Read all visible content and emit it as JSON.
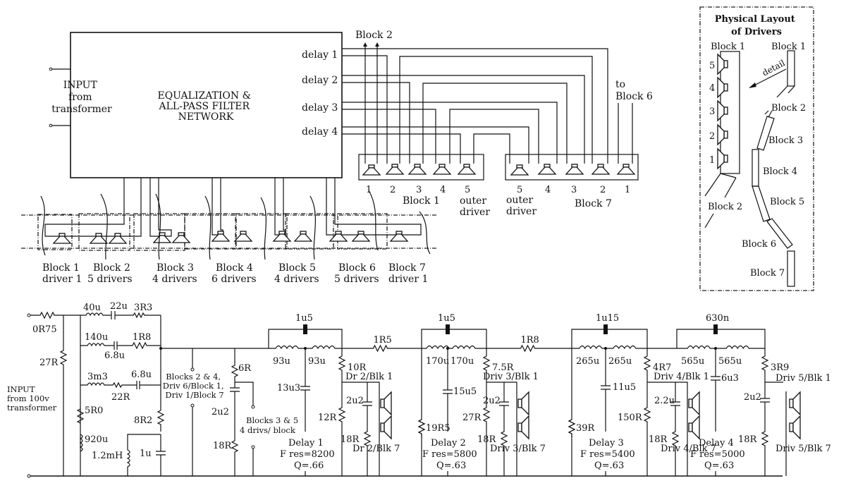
{
  "block_diagram": {
    "input_label": [
      "INPUT",
      "from",
      "transformer"
    ],
    "network_label": [
      "EQUALIZATION &",
      "ALL-PASS FILTER",
      "NETWORK"
    ],
    "delay_outputs": [
      "delay 1",
      "delay 2",
      "delay 3",
      "delay 4"
    ],
    "block2_arrow_label": "Block 2",
    "to_block6_label": [
      "to",
      "Block 6"
    ],
    "block1_driver_numbers": [
      "1",
      "2",
      "3",
      "4",
      "5"
    ],
    "block1_label": "Block 1",
    "block1_outer_label": [
      "outer",
      "driver"
    ],
    "block7_driver_numbers": [
      "5",
      "4",
      "3",
      "2",
      "1"
    ],
    "block7_outer_label": [
      "outer",
      "driver"
    ],
    "block7_label": "Block 7",
    "lower_blocks": [
      {
        "name": "Block 1",
        "detail": "driver 1"
      },
      {
        "name": "Block 2",
        "detail": "5  drivers"
      },
      {
        "name": "Block 3",
        "detail": "4  drivers"
      },
      {
        "name": "Block 4",
        "detail": "6  drivers"
      },
      {
        "name": "Block 5",
        "detail": "4  drivers"
      },
      {
        "name": "Block 6",
        "detail": "5  drivers"
      },
      {
        "name": "Block 7",
        "detail": "driver 1"
      }
    ]
  },
  "physical_layout": {
    "title": [
      "Physical Layout",
      "of Drivers"
    ],
    "detail_block_label": "Block 1",
    "detail_driver_numbers": [
      "5",
      "4",
      "3",
      "2",
      "1"
    ],
    "detail_arrow_label": "detail",
    "below_label": "Block 2",
    "column_labels": [
      "Block 1",
      "Block 2",
      "Block 3",
      "Block 4",
      "Block 5",
      "Block 6",
      "Block 7"
    ]
  },
  "schematic": {
    "input_label": [
      "INPUT",
      "from 100v",
      "transformer"
    ],
    "input_section": {
      "r_series": "0R75",
      "r_shunt": "27R",
      "branch1": {
        "inductor": "40u",
        "capacitor": "22u",
        "resistor": "3R3"
      },
      "branch2": {
        "inductor": "140u",
        "capacitor": "6.8u",
        "resistor": "1R8"
      },
      "branch3": {
        "inductor": "3m3",
        "resistor": "22R",
        "capacitor": "6.8u"
      },
      "shunt_left": {
        "resistor": "5R0",
        "inductor": "920u"
      },
      "shunt_right": {
        "resistor": "8R2",
        "inductor": "1.2mH",
        "capacitor": "1u"
      }
    },
    "tap_blocks_a": [
      "Blocks 2 & 4,",
      "Driv 6/Block 1,",
      "Driv 1/Block 7"
    ],
    "tap_blocks_b": {
      "r_top": "6R",
      "cap": "2u2",
      "r_bottom": "18R",
      "label": [
        "Blocks 3 & 5",
        "4 drivs/ block"
      ]
    },
    "delays": [
      {
        "name": "Delay 1",
        "fres": "F res=8200",
        "q": "Q=.66",
        "bridge_cap": "1u5",
        "inductors": [
          "93u",
          "93u"
        ],
        "shunt_cap": "13u3",
        "out_r_top": "10R",
        "out_r_bottom": "12R",
        "series_r": "1R5",
        "zobel_cap": "2u2",
        "zobel_r": "18R",
        "driver_top": "Dr 2/Blk 1",
        "driver_bottom": "Dr 2/Blk 7"
      },
      {
        "name": "Delay 2",
        "fres": "F res=5800",
        "q": "Q=.63",
        "bridge_cap": "1u5",
        "inductors": [
          "170u",
          "170u"
        ],
        "shunt_cap": "15u5",
        "in_shunt_r": "19R5",
        "out_r_top": "7.5R",
        "out_r_bottom": "27R",
        "series_r": "1R8",
        "zobel_cap": "2u2",
        "zobel_r": "18R",
        "driver_top": "Driv 3/Blk 1",
        "driver_bottom": "Driv 3/Blk 7"
      },
      {
        "name": "Delay 3",
        "fres": "F res=5400",
        "q": "Q=.63",
        "bridge_cap": "1u15",
        "inductors": [
          "265u",
          "265u"
        ],
        "shunt_cap": "11u5",
        "in_shunt_r": "39R",
        "out_r_top": "4R7",
        "out_r_bottom": "150R",
        "zobel_cap": "2.2u",
        "zobel_r": "18R",
        "driver_top": "Driv 4/Blk 1",
        "driver_bottom": "Driv 4/Blk 7"
      },
      {
        "name": "Delay 4",
        "fres": "F res=5000",
        "q": "Q=.63",
        "bridge_cap": "630n",
        "inductors": [
          "565u",
          "565u"
        ],
        "shunt_cap": "6u3",
        "out_r_top": "3R9",
        "zobel_cap": "2u2",
        "zobel_r": "18R",
        "driver_top": "Driv 5/Blk 1",
        "driver_bottom": "Driv 5/Blk 7"
      }
    ]
  }
}
